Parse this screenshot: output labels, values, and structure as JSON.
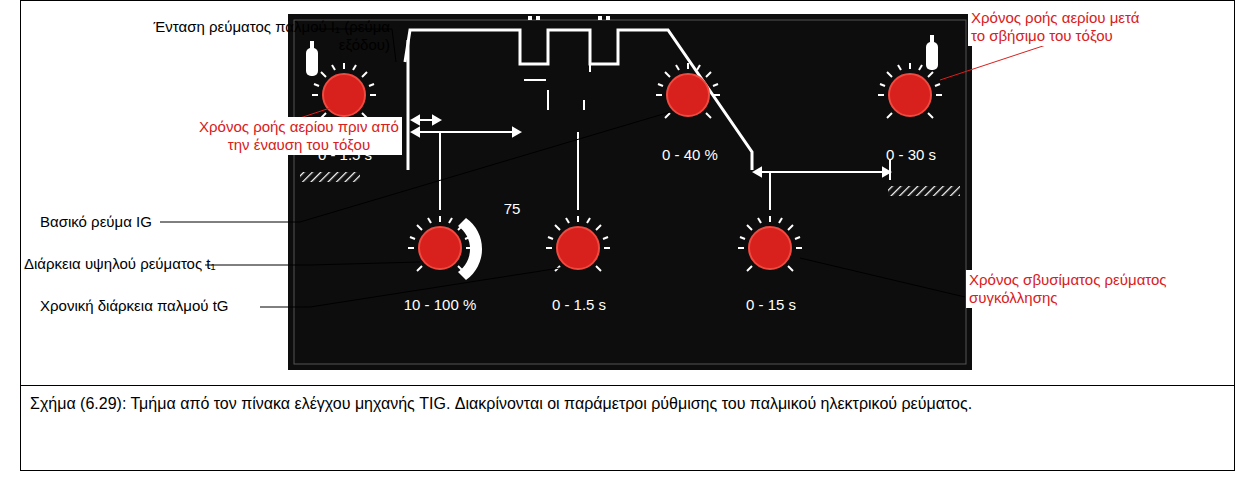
{
  "diagram": {
    "caption": "Σχήμα (6.29): Τμήμα από τον πίνακα ελέγχου μηχανής TIG. Διακρίνονται οι παράμετροι ρύθμισης του παλμικού ηλεκτρικού ρεύματος.",
    "labels": [
      "Ένταση ρεύματος παλμού I₁ (ρεύμα εξόδου)",
      "Χρόνος ροής αερίου πριν από την έναυση του τόξου",
      "Βασικό ρεύμα IG",
      "Διάρκεια υψηλού ρεύματος t₁",
      "Χρονική διάρκεια παλμού tG",
      "Χρόνος ροής αερίου μετά το σβήσιμο του τόξου",
      "Χρόνος σβυσίματος ρεύματος συγκόλλησης",
      "0 - 1.5 s",
      "0 - 40 %",
      "0 - 30 s",
      "75",
      "10 - 100 %",
      "0 - 1.5 s",
      "0 - 15 s"
    ]
  }
}
